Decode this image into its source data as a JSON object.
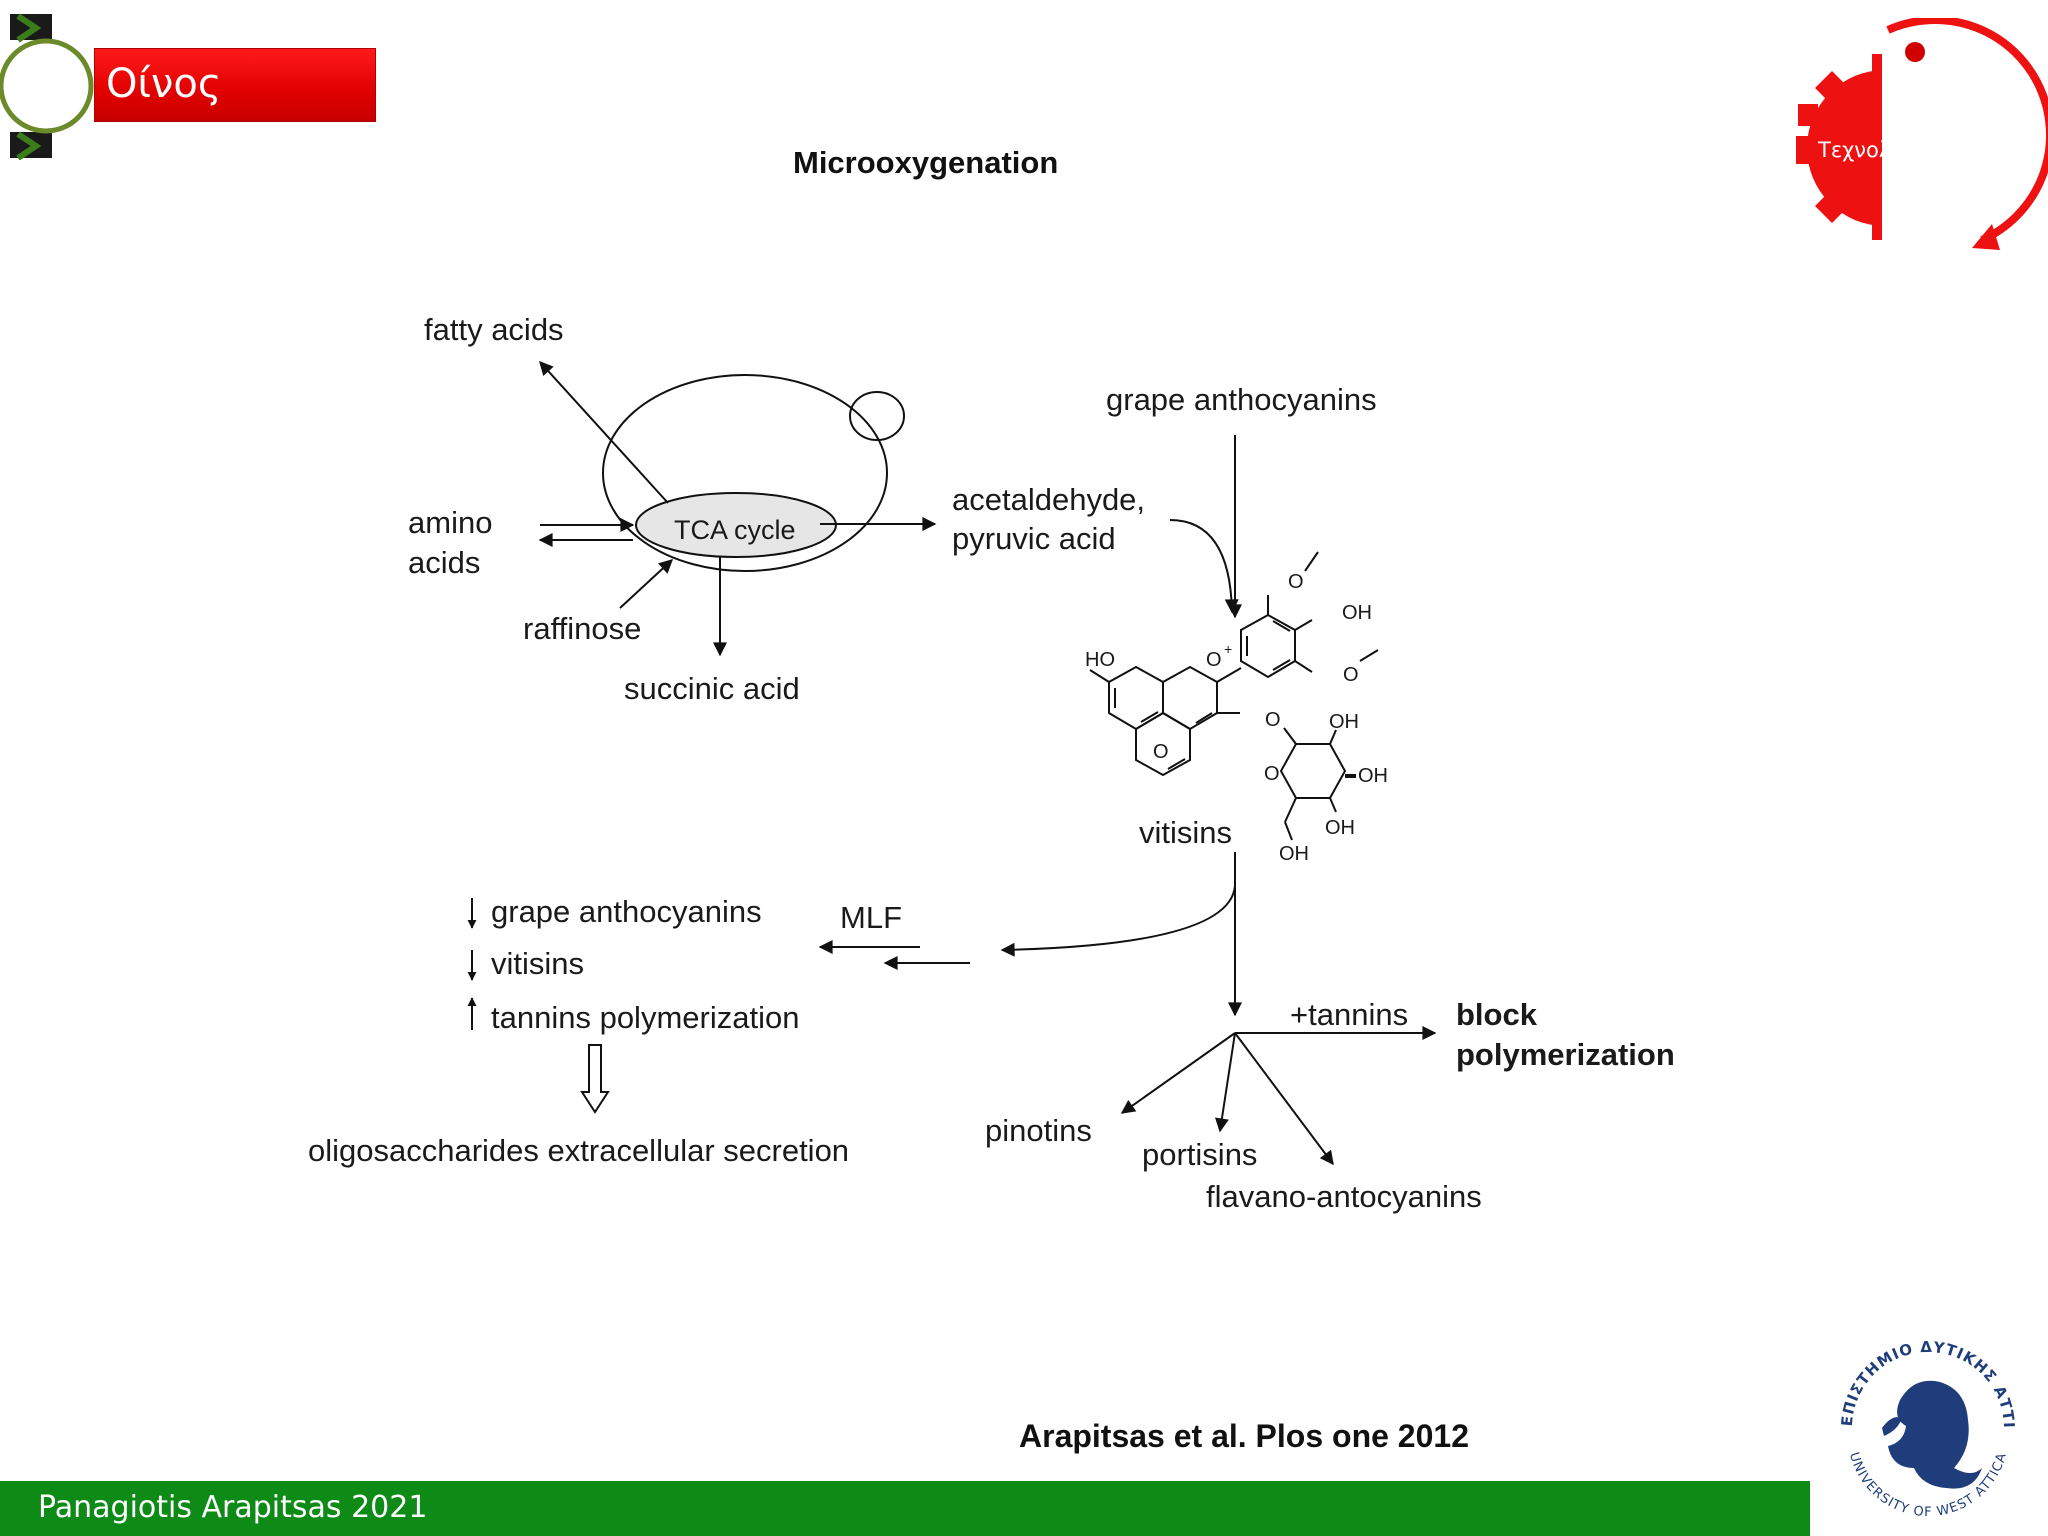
{
  "header": {
    "title": "Οίνος"
  },
  "top_right_logo": {
    "text": "Τεχνολ"
  },
  "slide": {
    "title": "Microoxygenation",
    "citation": "Arapitsas et al. Plos one 2012"
  },
  "footer": {
    "author": "Panagiotis Arapitsas 2021"
  },
  "university_seal": {
    "greek_text": "ΠΑΝΕΠΙΣΤΗΜΙΟ ΔΥΤΙΚΗΣ ΑΤΤΙΚΗΣ",
    "english_text": "UNIVERSITY OF WEST ATTICA"
  },
  "diagram": {
    "yeast": {
      "fatty_acids": "fatty acids",
      "amino_line1": "amino",
      "amino_line2": "acids",
      "tca_cycle": "TCA cycle",
      "raffinose": "raffinose",
      "succinic_acid": "succinic acid",
      "acetaldehyde_line1": "acetaldehyde,",
      "acetaldehyde_line2": "pyruvic acid"
    },
    "grape_anthocyanins": "grape anthocyanins",
    "vitisins": "vitisins",
    "structure_labels": {
      "ho": "HO",
      "o_plus": "O",
      "plus": "+",
      "o_ring": "O",
      "o_methoxy_top": "O",
      "oh_top": "OH",
      "o_methoxy_bottom": "O",
      "o_link": "O",
      "o_sugar": "O",
      "oh_sugar1": "OH",
      "oh_sugar2": "OH",
      "oh_sugar3": "OH",
      "oh_sugar4": "OH"
    },
    "mlf": "MLF",
    "effects": {
      "item1": "grape anthocyanins",
      "item2": "vitisins",
      "item3": "tannins polymerization",
      "secretion": "oligosaccharides extracellular secretion"
    },
    "products": {
      "plus_tannins": "+tannins",
      "block_line1": "block",
      "block_line2": "polymerization",
      "pinotins": "pinotins",
      "portisins": "portisins",
      "flavano": "flavano-antocyanins"
    }
  }
}
